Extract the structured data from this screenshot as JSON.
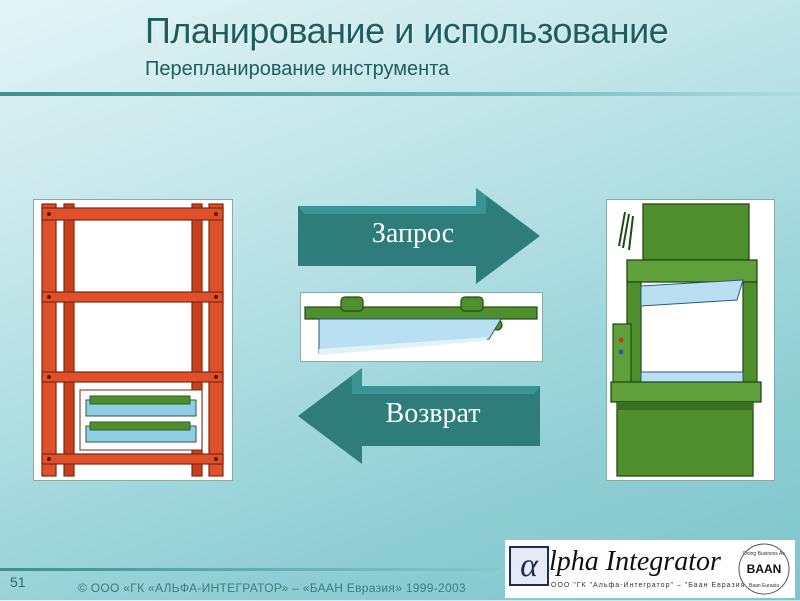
{
  "slide": {
    "title": "Планирование и использование",
    "subtitle": "Перепланирование инструмента",
    "number": "51"
  },
  "arrows": {
    "request_label": "Запрос",
    "return_label": "Возврат"
  },
  "footer": {
    "copyright": "© ООО «ГК «АЛЬФА-ИНТЕГРАТОР» – «БААН Евразия» 1999-2003"
  },
  "logo": {
    "alpha": "α",
    "name": "lpha Integrator",
    "sub": "ООО \"ГК \"Альфа-Интегратор\" – \"Баан Евразия\"",
    "badge_top": "Doing Business As",
    "badge_brand": "BAAN",
    "badge_bottom": "Baan Eurasia"
  },
  "colors": {
    "accent": "#1f5e5e",
    "arrow_fill": "#2e7d7a",
    "shelf_red": "#e0502a",
    "machine_green": "#4f8f2e"
  }
}
